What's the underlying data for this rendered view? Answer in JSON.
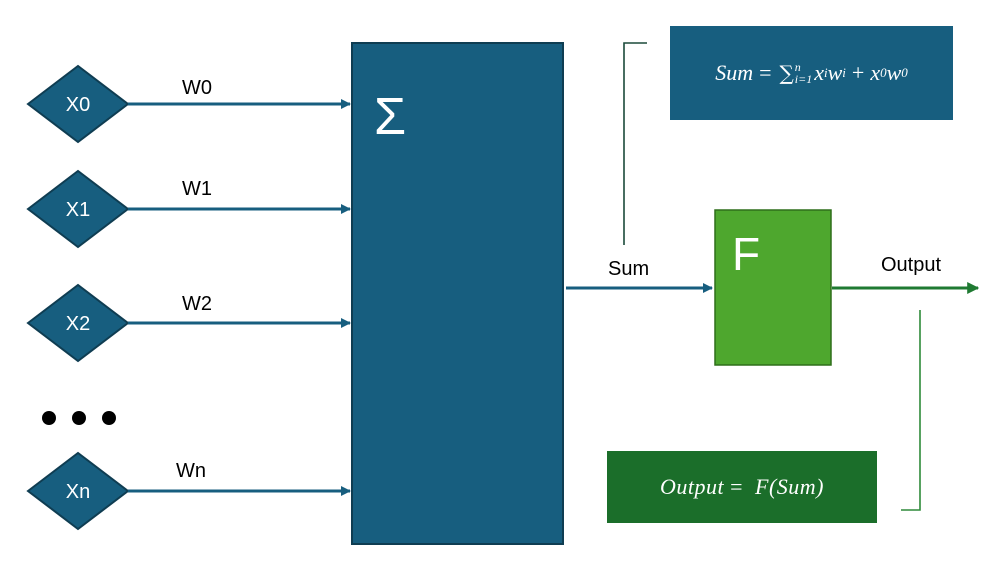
{
  "inputs": [
    {
      "label": "X0",
      "weight": "W0"
    },
    {
      "label": "X1",
      "weight": "W1"
    },
    {
      "label": "X2",
      "weight": "W2"
    },
    {
      "label": "Xn",
      "weight": "Wn"
    }
  ],
  "ellipsis": "• • •",
  "summation": {
    "symbol": "Σ"
  },
  "sum_edge_label": "Sum",
  "activation": {
    "label": "F"
  },
  "output_edge_label": "Output",
  "sum_formula": {
    "lhs": "Sum",
    "eq": "=",
    "sigma": "∑",
    "lower": "i=1",
    "upper": "n",
    "term1_x": "x",
    "term1_xsub": "i",
    "term1_w": "w",
    "term1_wsub": "i",
    "plus": "+",
    "term2_x": "x",
    "term2_xsub": "0",
    "term2_w": "w",
    "term2_wsub": "0"
  },
  "output_formula": {
    "lhs": "Output",
    "eq": "=",
    "rhs": "F(Sum)"
  },
  "colors": {
    "node_blue": "#175e7f",
    "node_green": "#4ea72e",
    "formula_green": "#1b6e2a",
    "output_arrow": "#1f7a32",
    "bracket": "#1b4a3a"
  }
}
